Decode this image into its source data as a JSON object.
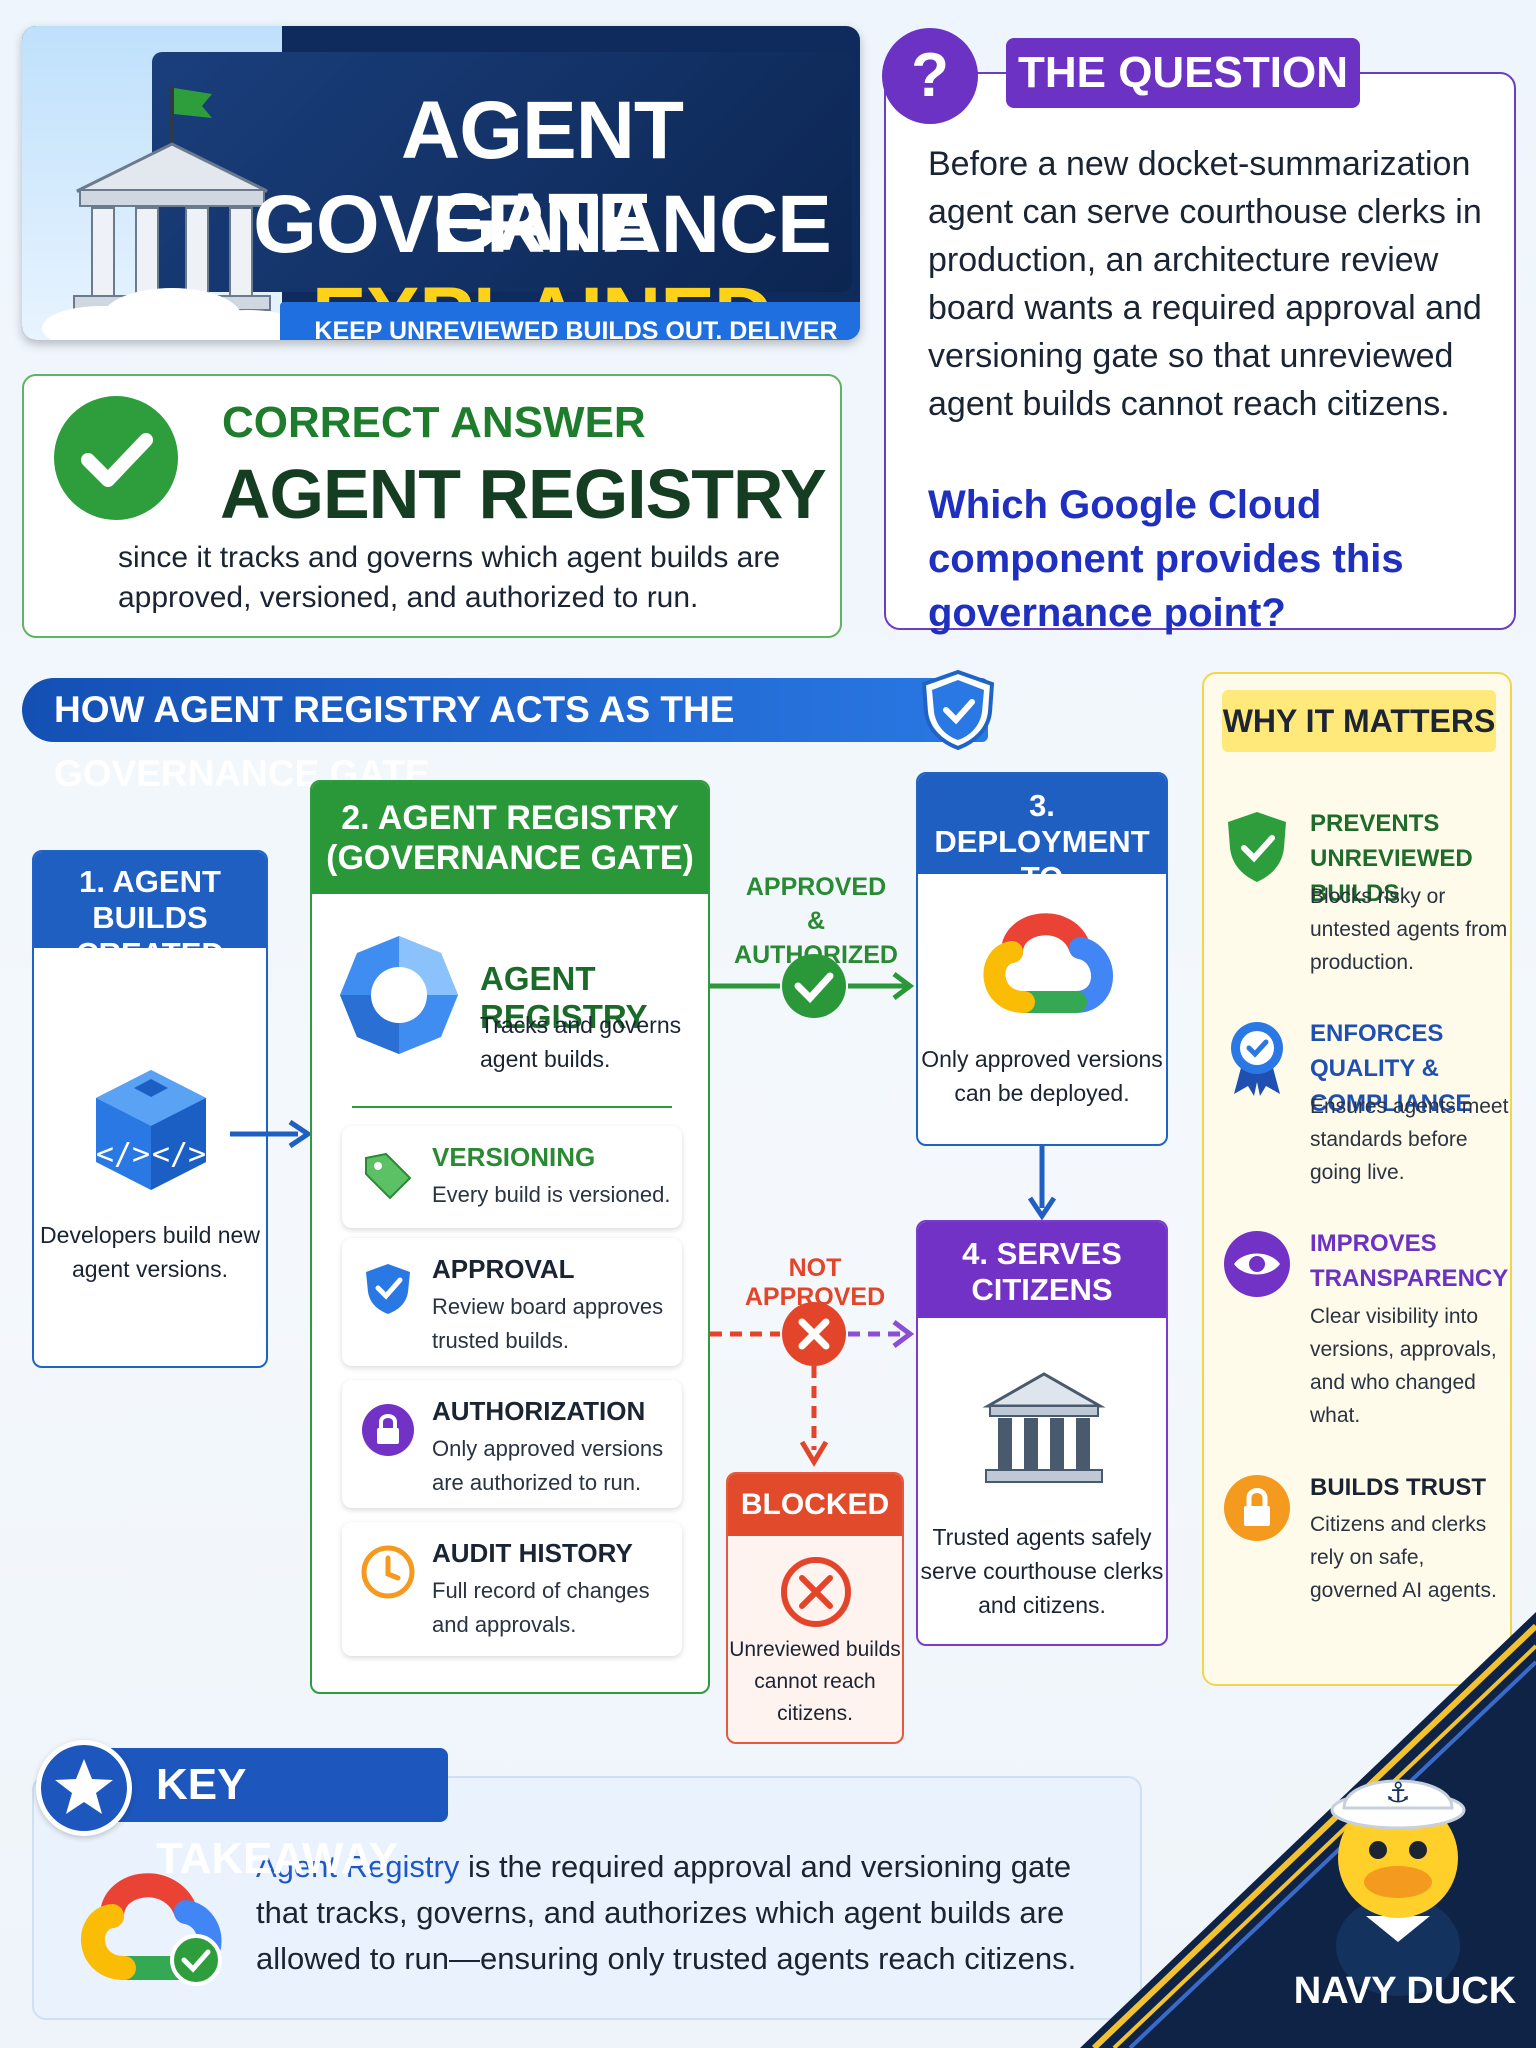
{
  "title": {
    "line1": "AGENT GOVERNANCE",
    "line2_prefix": "GATE",
    "line2_highlight": "EXPLAINED",
    "tagline": "KEEP UNREVIEWED BUILDS OUT. DELIVER TRUSTED VALUE."
  },
  "answer": {
    "label": "CORRECT ANSWER",
    "value": "AGENT REGISTRY",
    "text": "since it tracks and governs which agent builds are approved, versioned, and authorized to run."
  },
  "question": {
    "badge": "?",
    "title": "THE QUESTION",
    "body": "Before a new docket-summarization agent can serve courthouse clerks in production, an architecture review board wants a required approval and versioning gate so that unreviewed agent builds cannot reach citizens.",
    "ask": "Which Google Cloud component provides this governance point?"
  },
  "how": {
    "title": "HOW AGENT REGISTRY ACTS AS THE GOVERNANCE GATE"
  },
  "flow": {
    "step1": {
      "head_l1": "1. AGENT BUILDS",
      "head_l2": "CREATED",
      "caption": "Developers build new agent versions."
    },
    "step2": {
      "head_l1": "2. AGENT REGISTRY",
      "head_l2": "(GOVERNANCE GATE)",
      "reg_title": "AGENT REGISTRY",
      "reg_desc": "Tracks and governs agent builds.",
      "features": [
        {
          "title": "VERSIONING",
          "desc": "Every build is versioned.",
          "color": "#2a8a34",
          "icon": "tag-icon"
        },
        {
          "title": "APPROVAL",
          "desc": "Review board approves trusted builds.",
          "color": "#1b2433",
          "icon": "shield-check-icon"
        },
        {
          "title": "AUTHORIZATION",
          "desc": "Only approved versions are authorized to run.",
          "color": "#1b2433",
          "icon": "lock-icon"
        },
        {
          "title": "AUDIT HISTORY",
          "desc": "Full record of changes and approvals.",
          "color": "#1b2433",
          "icon": "clock-icon"
        }
      ]
    },
    "approved_l1": "APPROVED",
    "approved_l2": "& AUTHORIZED",
    "not_approved": "NOT APPROVED",
    "step3": {
      "head_l1": "3. DEPLOYMENT",
      "head_l2": "TO PRODUCTION",
      "caption": "Only approved versions can be deployed."
    },
    "step4": {
      "head_l1": "4. SERVES",
      "head_l2": "CITIZENS",
      "caption": "Trusted agents safely serve courthouse clerks and citizens."
    },
    "blocked": {
      "head": "BLOCKED",
      "caption": "Unreviewed builds cannot reach citizens."
    }
  },
  "why": {
    "title": "WHY IT MATTERS",
    "items": [
      {
        "head": "PREVENTS UNREVIEWED BUILDS",
        "desc": "Blocks risky or untested agents from production.",
        "color": "#1e6b2a",
        "icon": "shield-check-icon"
      },
      {
        "head": "ENFORCES QUALITY & COMPLIANCE",
        "desc": "Ensures agents meet standards before going live.",
        "color": "#1f4fb0",
        "icon": "badge-ribbon-icon"
      },
      {
        "head": "IMPROVES TRANSPARENCY",
        "desc": "Clear visibility into versions, approvals, and who changed what.",
        "color": "#6b32c4",
        "icon": "eye-icon"
      },
      {
        "head": "BUILDS TRUST",
        "desc": "Citizens and clerks rely on safe, governed AI agents.",
        "color": "#1b2433",
        "icon": "lock-icon"
      }
    ]
  },
  "takeaway": {
    "title": "KEY TAKEAWAY",
    "highlight": "Agent Registry",
    "text": " is the required approval and versioning gate that tracks, governs, and authorizes which agent builds are allowed to run—ensuring only trusted agents reach citizens."
  },
  "brand": {
    "name": "NAVY DUCK"
  },
  "colors": {
    "navy": "#0f2a5c",
    "blue": "#1f5fc2",
    "green": "#2a9838",
    "purple": "#6b32c4",
    "red": "#e24a2c",
    "yellow": "#ffd21a"
  }
}
